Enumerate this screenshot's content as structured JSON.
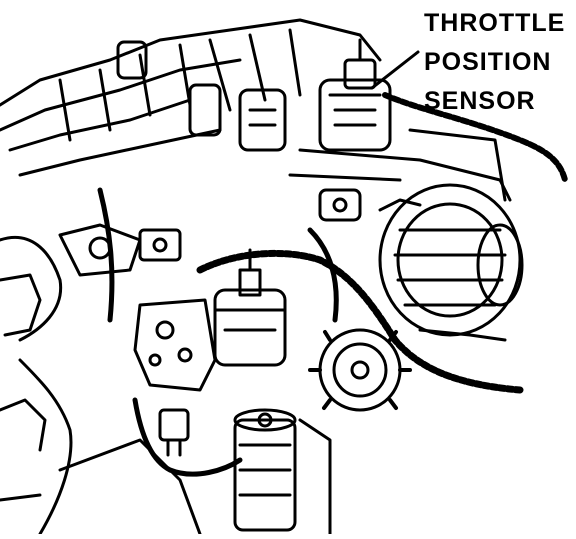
{
  "label": {
    "line1": "THROTTLE",
    "line2": "POSITION",
    "line3": "SENSOR"
  },
  "colors": {
    "ink": "#000000",
    "paper": "#ffffff"
  }
}
